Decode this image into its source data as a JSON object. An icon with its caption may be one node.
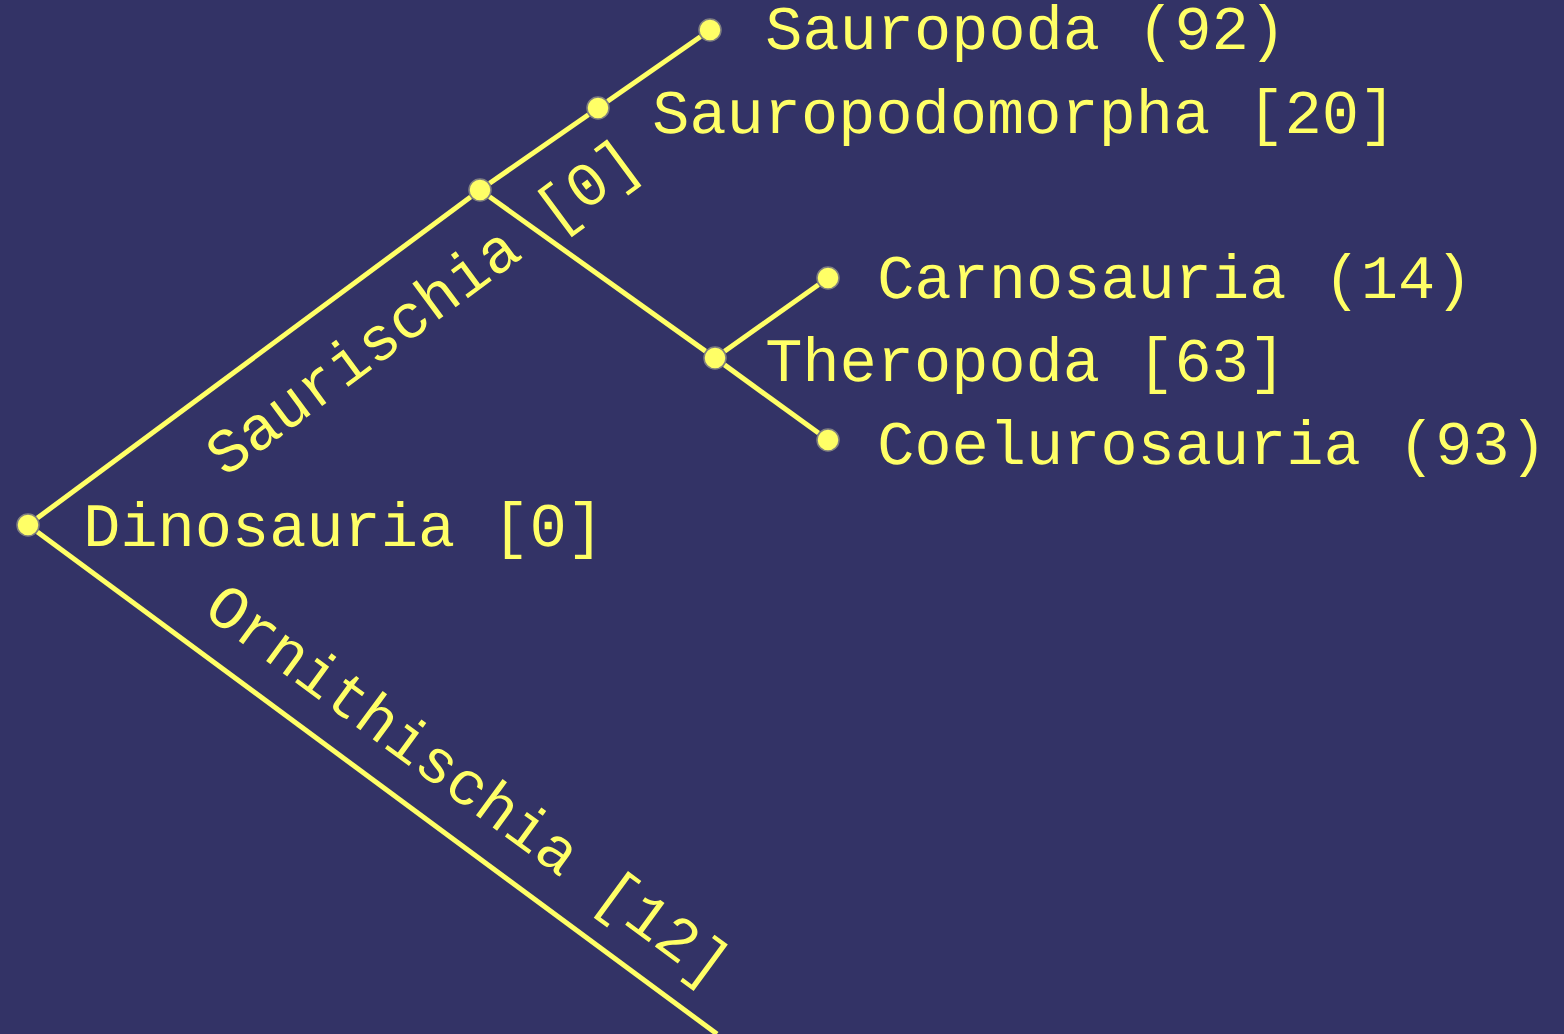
{
  "diagram": {
    "nodes": [
      {
        "text": [
          "Dinosauria [0]"
        ]
      },
      {
        "text": [],
        "shape": "circle"
      },
      {
        "text": [
          "Sauropodomorpha [20]"
        ]
      },
      {
        "text": [
          "Sauropoda (92)"
        ]
      },
      {
        "text": [
          "Theropoda [63]"
        ]
      },
      {
        "text": [
          "Carnosauria (14)"
        ]
      },
      {
        "text": [
          "Coelurosauria (93)"
        ]
      }
    ],
    "edges": [
      {
        "from": 0,
        "to": 1,
        "arrow": "none",
        "label": "Saurischia [0]"
      },
      {
        "from": 1,
        "to": 2,
        "arrow": "none"
      },
      {
        "from": 2,
        "to": 3,
        "arrow": "none"
      },
      {
        "from": 1,
        "to": 4,
        "arrow": "none"
      },
      {
        "from": 4,
        "to": 5,
        "arrow": "none"
      },
      {
        "from": 4,
        "to": 6,
        "arrow": "none"
      },
      {
        "from": 0,
        "to": null,
        "arrow": "none",
        "label": "Ornithischia [12]"
      }
    ]
  }
}
